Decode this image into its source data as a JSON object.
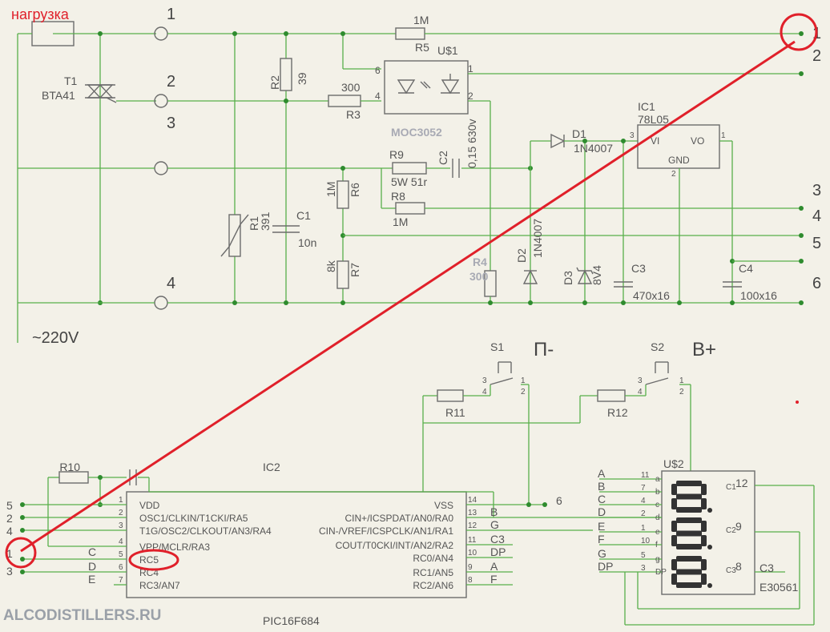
{
  "labels": {
    "load": "нагрузка",
    "mains": "~220V",
    "watermark": "ALCODISTILLERS.RU"
  },
  "terminals_left": [
    "1",
    "2",
    "3",
    "4"
  ],
  "terminals_right": [
    "1",
    "2",
    "3",
    "4",
    "5",
    "6"
  ],
  "mcu_pins_left": [
    "5",
    "2",
    "4",
    "1",
    "3"
  ],
  "components": {
    "T1": {
      "name": "T1",
      "value": "BTA41"
    },
    "R1": {
      "name": "R1",
      "value": "391"
    },
    "R2": {
      "name": "R2",
      "value": "39"
    },
    "R3": {
      "name": "R3",
      "value": "300"
    },
    "R4": {
      "name": "R4",
      "value": "300"
    },
    "R5": {
      "name": "R5",
      "value": "1M"
    },
    "R6": {
      "name": "R6",
      "value": "1M"
    },
    "R7": {
      "name": "R7",
      "value": "8k"
    },
    "R8": {
      "name": "R8",
      "value": "1M"
    },
    "R9": {
      "name": "R9",
      "value": "5W 51r"
    },
    "R10": {
      "name": "R10"
    },
    "R11": {
      "name": "R11"
    },
    "R12": {
      "name": "R12"
    },
    "C1": {
      "name": "C1",
      "value": "10n"
    },
    "C2": {
      "name": "C2",
      "value": "0,15 630v"
    },
    "C3": {
      "name": "C3",
      "value": "470x16"
    },
    "C4": {
      "name": "C4",
      "value": "100x16"
    },
    "D1": {
      "name": "D1",
      "value": "1N4007"
    },
    "D2": {
      "name": "D2",
      "value": "1N4007"
    },
    "D3": {
      "name": "D3",
      "value": "8V4"
    },
    "US1": {
      "name": "U$1",
      "part": "MOC3052"
    },
    "IC1": {
      "name": "IC1",
      "part": "78L05",
      "pins": [
        "VI",
        "VO",
        "GND"
      ]
    },
    "S1": {
      "name": "S1",
      "caption": "П-"
    },
    "S2": {
      "name": "S2",
      "caption": "B+"
    },
    "US2": {
      "name": "U$2",
      "part": "E30561"
    },
    "IC2": {
      "name": "IC2",
      "part": "PIC16F684"
    }
  },
  "pic_left_pins": [
    {
      "num": "1",
      "name": "VDD"
    },
    {
      "num": "2",
      "name": "OSC1/CLKIN/T1CKI/RA5"
    },
    {
      "num": "3",
      "name": "T1G/OSC2/CLKOUT/AN3/RA4"
    },
    {
      "num": "4",
      "name": "VPP/MCLR/RA3"
    },
    {
      "num": "5",
      "name": "RC5"
    },
    {
      "num": "6",
      "name": "RC4"
    },
    {
      "num": "7",
      "name": "RC3/AN7"
    }
  ],
  "pic_right_pins": [
    {
      "num": "14",
      "name": "VSS"
    },
    {
      "num": "13",
      "name": "CIN+/ICSPDAT/AN0/RA0"
    },
    {
      "num": "12",
      "name": "CIN-/VREF/ICSPCLK/AN1/RA1"
    },
    {
      "num": "11",
      "name": "COUT/T0CKI/INT/AN2/RA2"
    },
    {
      "num": "10",
      "name": "RC0/AN4"
    },
    {
      "num": "9",
      "name": "RC1/AN5"
    },
    {
      "num": "8",
      "name": "RC2/AN6"
    }
  ],
  "pic_left_nets": [
    "C",
    "D",
    "E"
  ],
  "pic_right_nets": [
    "B",
    "G",
    "C3",
    "DP",
    "A",
    "F"
  ],
  "pic_net_6": "6",
  "display_segments": [
    {
      "seg": "A",
      "pin": "11",
      "s": "a"
    },
    {
      "seg": "B",
      "pin": "7",
      "s": "b"
    },
    {
      "seg": "C",
      "pin": "4",
      "s": "c"
    },
    {
      "seg": "D",
      "pin": "2",
      "s": "d"
    },
    {
      "seg": "E",
      "pin": "1",
      "s": "e"
    },
    {
      "seg": "F",
      "pin": "10",
      "s": "f"
    },
    {
      "seg": "G",
      "pin": "5",
      "s": "g"
    },
    {
      "seg": "DP",
      "pin": "3",
      "s": "DP"
    }
  ],
  "display_commons": [
    {
      "name": "C1",
      "pin": "12"
    },
    {
      "name": "C2",
      "pin": "9"
    },
    {
      "name": "C3",
      "pin": "8"
    }
  ],
  "display_net": "C3",
  "pin_numbers": {
    "moc": [
      "6",
      "4",
      "1",
      "2"
    ],
    "ic1": [
      "3",
      "1",
      "2"
    ],
    "switch": [
      "3",
      "1",
      "4",
      "2"
    ]
  },
  "colors": {
    "wire": "#58b04a",
    "body": "#6c6c6c",
    "annotation": "#e0202a",
    "background": "#f3f1e8"
  }
}
